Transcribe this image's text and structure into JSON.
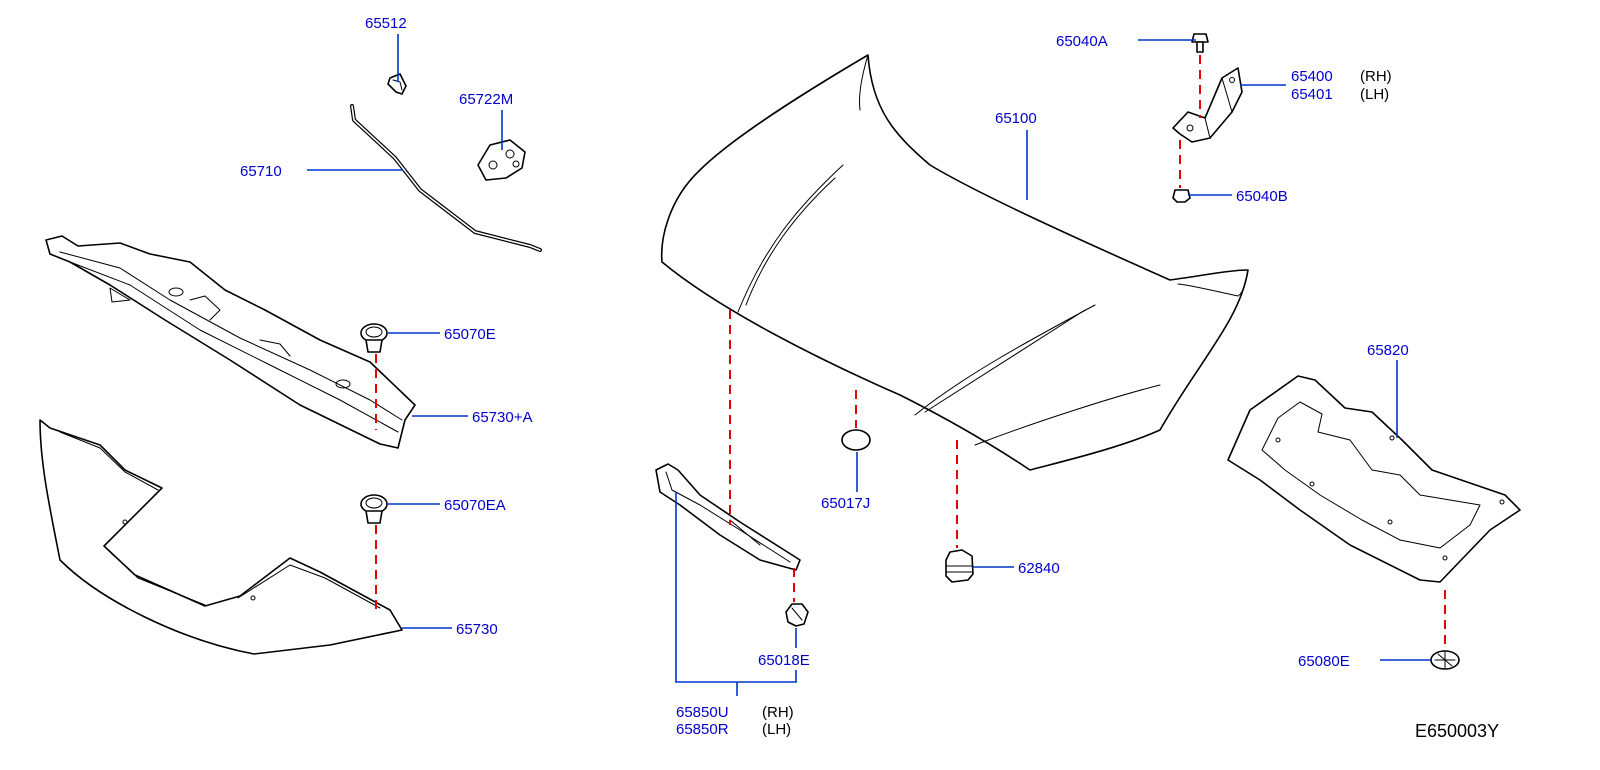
{
  "diagram": {
    "code": "E650003Y",
    "parts": {
      "hood": "65100",
      "hood_stay_clip": "65512",
      "stay_holder": "65722M",
      "hood_stay": "65710",
      "cover_clip_upper": "65070E",
      "cover_upper": "65730+A",
      "cover_clip_lower": "65070EA",
      "cover_lower": "65730",
      "hinge_bolt": "65040A",
      "hinge_rh": "65400",
      "hinge_lh": "65401",
      "hinge_nut": "65040B",
      "insulator": "65820",
      "insulator_clip": "65080E",
      "hood_plug": "65017J",
      "bumper_rubber": "62840",
      "seal_clip": "65018E",
      "seal_rh": "65850U",
      "seal_lh": "65850R"
    },
    "side_labels": {
      "hinge_rh": "(RH)",
      "hinge_lh": "(LH)",
      "seal_rh": "(RH)",
      "seal_lh": "(LH)"
    },
    "colors": {
      "part_number": "#0000cc",
      "leader_line": "#0033cc",
      "dashed_guide": "#e60000",
      "outline": "#000000"
    }
  }
}
